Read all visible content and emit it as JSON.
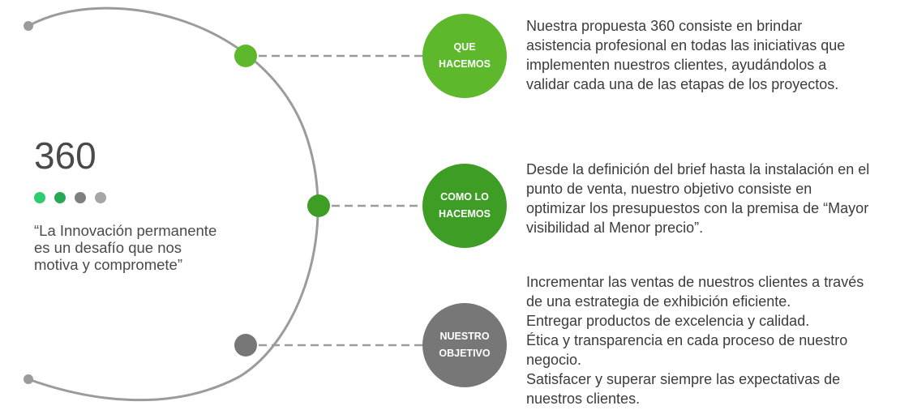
{
  "intro": {
    "title": "360",
    "dots": [
      {
        "color": "#2ecc71"
      },
      {
        "color": "#27a854"
      },
      {
        "color": "#7f7f7f"
      },
      {
        "color": "#a6a6a6"
      }
    ],
    "quote_lines": [
      "“La Innovación permanente",
      "es un desafío que nos",
      "motiva y compromete”"
    ]
  },
  "colors": {
    "arc": "#9b9b9b",
    "connector": "#9b9b9b",
    "text": "#3c3c3c",
    "green_light": "#5db82c",
    "green_dark": "#3e9d24",
    "gray": "#777777"
  },
  "sections": [
    {
      "badge_lines": [
        "QUE",
        "HACEMOS"
      ],
      "color": "#5db82c",
      "node_color": "#5db82c",
      "text_lines": [
        "Nuestra propuesta 360 consiste en brindar",
        "asistencia profesional en todas las iniciativas que",
        "implementen  nuestros clientes, ayudándolos a",
        "validar cada una de las etapas  de los proyectos."
      ]
    },
    {
      "badge_lines": [
        "COMO LO",
        "HACEMOS"
      ],
      "color": "#3e9d24",
      "node_color": "#3e9d24",
      "text_lines": [
        "Desde la definición del brief hasta la instalación en el",
        "punto de  venta, nuestro objetivo consiste en",
        "optimizar los presupuestos  con la premisa de “Mayor",
        "visibilidad al Menor precio”."
      ]
    },
    {
      "badge_lines": [
        "NUESTRO",
        "OBJETIVO"
      ],
      "color": "#777777",
      "node_color": "#777777",
      "text_lines": [
        "Incrementar las  ventas de  nuestros clientes a través",
        "de una estrategia de exhibición eficiente.",
        "Entregar productos de excelencia y calidad.",
        "Ética y transparencia en cada proceso de nuestro",
        "negocio.",
        "Satisfacer y superar siempre las expectativas de",
        "nuestros clientes."
      ]
    }
  ]
}
